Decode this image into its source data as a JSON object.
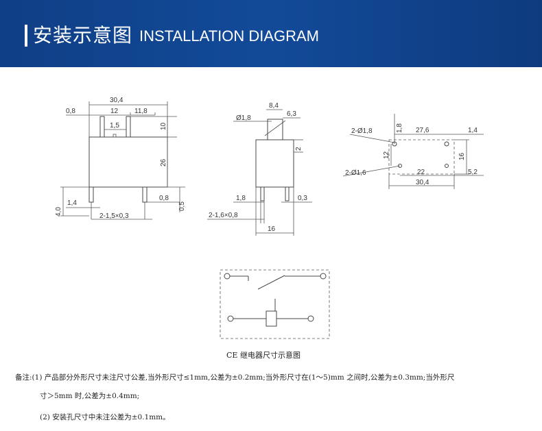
{
  "header": {
    "title_cn": "安装示意图",
    "title_en": "INSTALLATION DIAGRAM"
  },
  "front_view": {
    "dims": {
      "width": "30,4",
      "left_offset": "0,8",
      "pin_spacing": "12",
      "right_offset": "11,8",
      "pin_width": "1,5",
      "top_height": "10",
      "body_height": "26",
      "pin_thickness": "0,8",
      "pin_foot": "0,5",
      "pin_len": "4,0",
      "pin_gap": "1,4",
      "bottom_pins": "2-1,5×0,3"
    }
  },
  "side_view": {
    "dims": {
      "top_width": "8,4",
      "right_top": "6,3",
      "diameter": "Ø1,8",
      "small_height": "2",
      "pin_spacing": "1,8",
      "pin_thickness": "0,3",
      "bottom_pins": "2-1,6×0,8",
      "total_width": "16"
    }
  },
  "pcb_view": {
    "dims": {
      "holes_top": "2-Ø1,8",
      "vertical_offset": "1,8",
      "span_top": "27,6",
      "right_top": "1,4",
      "vertical_mid": "12",
      "height": "16",
      "holes_bottom": "2-Ø1,6",
      "span_mid": "22",
      "right_bottom": "5,2",
      "span_bottom": "30,4"
    }
  },
  "caption": "CE 继电器尺寸示意图",
  "notes": {
    "line1": "备注:(1) 产品部分外形尺寸未注尺寸公差,当外形尺寸≤1mm,公差为±0.2mm;当外形尺寸在(1～5)mm 之间时,公差为±0.3mm;当外形尺",
    "line2": "寸＞5mm 时,公差为±0.4mm;",
    "line3": "(2) 安装孔尺寸中未注公差为±0.1mm。"
  }
}
